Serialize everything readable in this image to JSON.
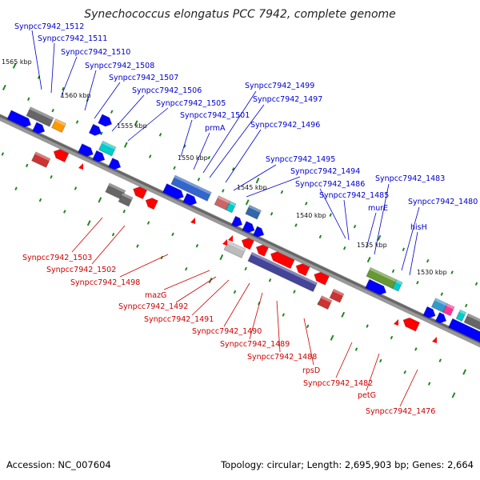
{
  "title": "Synechococcus elongatus PCC 7942, complete genome",
  "colors": {
    "forward_label": "#0000cc",
    "reverse_label": "#cc0000",
    "forward_gene": "#0000ff",
    "reverse_gene": "#ff0000",
    "tick_major": "#228822",
    "backbone": "#777777"
  },
  "scale_labels": [
    "1565 kbp",
    "1560 kbp",
    "1555 kbp",
    "1550 kbp",
    "1545 kbp",
    "1540 kbp",
    "1535 kbp",
    "1530 kbp"
  ],
  "forward_labels": [
    "Synpcc7942_1512",
    "Synpcc7942_1511",
    "Synpcc7942_1510",
    "Synpcc7942_1508",
    "Synpcc7942_1507",
    "Synpcc7942_1506",
    "Synpcc7942_1505",
    "Synpcc7942_1501",
    "prmA",
    "Synpcc7942_1499",
    "Synpcc7942_1497",
    "Synpcc7942_1496",
    "Synpcc7942_1495",
    "Synpcc7942_1494",
    "Synpcc7942_1486",
    "Synpcc7942_1485",
    "murE",
    "Synpcc7942_1483",
    "Synpcc7942_1480",
    "hisH"
  ],
  "reverse_labels": [
    "Synpcc7942_1503",
    "Synpcc7942_1502",
    "Synpcc7942_1498",
    "mazG",
    "Synpcc7942_1492",
    "Synpcc7942_1491",
    "Synpcc7942_1490",
    "Synpcc7942_1489",
    "Synpcc7942_1488",
    "rpsD",
    "Synpcc7942_1482",
    "petG",
    "Synpcc7942_1476"
  ],
  "footer": {
    "accession": "Accession: NC_007604",
    "summary": "Topology: circular; Length: 2,695,903 bp; Genes: 2,664"
  }
}
